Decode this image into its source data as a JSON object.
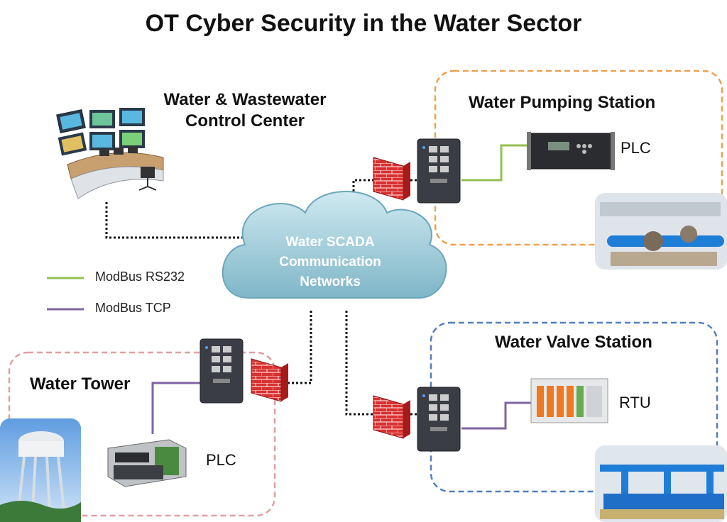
{
  "title": "OT Cyber Security in the Water Sector",
  "control_center": {
    "line1": "Water & Wastewater",
    "line2": "Control Center"
  },
  "cloud": {
    "line1": "Water SCADA",
    "line2": "Communication",
    "line3": "Networks"
  },
  "pumping_station": {
    "title": "Water Pumping Station",
    "device_label": "PLC"
  },
  "valve_station": {
    "title": "Water Valve Station",
    "device_label": "RTU"
  },
  "water_tower": {
    "title": "Water Tower",
    "device_label": "PLC"
  },
  "legend": [
    {
      "label": "ModBus RS232",
      "color": "#92c050"
    },
    {
      "label": "ModBus TCP",
      "color": "#8064a2"
    }
  ],
  "colors": {
    "pumping_border": "#f0a050",
    "valve_border": "#4f7fc0",
    "tower_border": "#e0a0a0",
    "cloud": "#a8d4e0",
    "firewall": "#cc2222"
  }
}
